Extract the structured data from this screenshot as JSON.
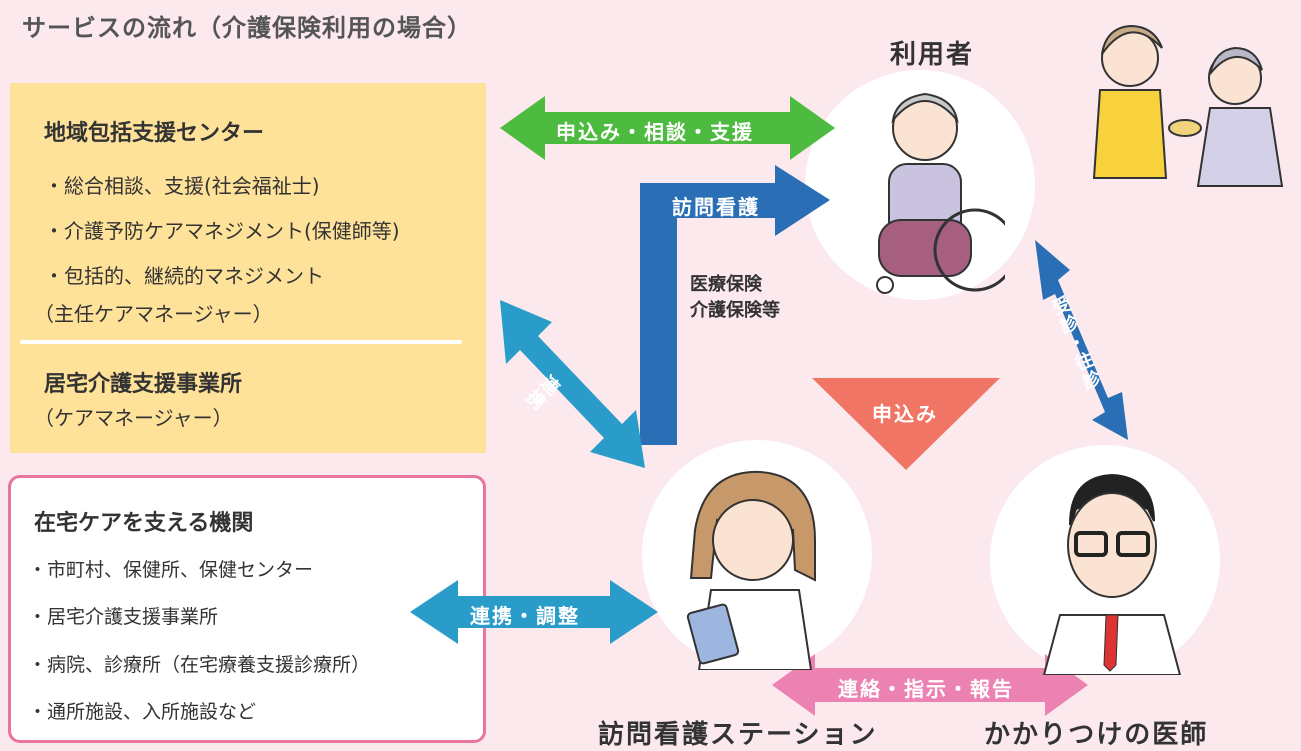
{
  "title": "サービスの流れ（介護保険利用の場合）",
  "regional_center": {
    "heading": "地域包括支援センター",
    "items": [
      "・総合相談、支援(社会福祉士)",
      "・介護予防ケアマネジメント(保健師等)",
      "・包括的、継続的マネジメント",
      "（主任ケアマネージャー）"
    ],
    "sub_heading": "居宅介護支援事業所",
    "sub_item": "（ケアマネージャー）"
  },
  "support_orgs": {
    "heading": "在宅ケアを支える機関",
    "items": [
      "・市町村、保健所、保健センター",
      "・居宅介護支援事業所",
      "・病院、診療所（在宅療養支援診療所）",
      "・通所施設、入所施設など"
    ]
  },
  "nodes": {
    "user": "利用者",
    "station": "訪問看護ステーション",
    "doctor": "かかりつけの医師"
  },
  "arrows": {
    "apply_consult": "申込み・相談・支援",
    "visit_nursing": "訪問看護",
    "insurance_1": "医療保険",
    "insurance_2": "介護保険等",
    "coop_vertical": "連携",
    "consult_visit": "受診・往診",
    "apply": "申込み",
    "coop_adjust": "連携・調整",
    "contact_report": "連絡・指示・報告"
  },
  "colors": {
    "background": "#fbe9ee",
    "green": "#4dbb3f",
    "blue": "#2a6fb6",
    "teal": "#2a9cc9",
    "coral": "#f07565",
    "pink": "#ec82b2",
    "yellow": "#ffe29a"
  }
}
